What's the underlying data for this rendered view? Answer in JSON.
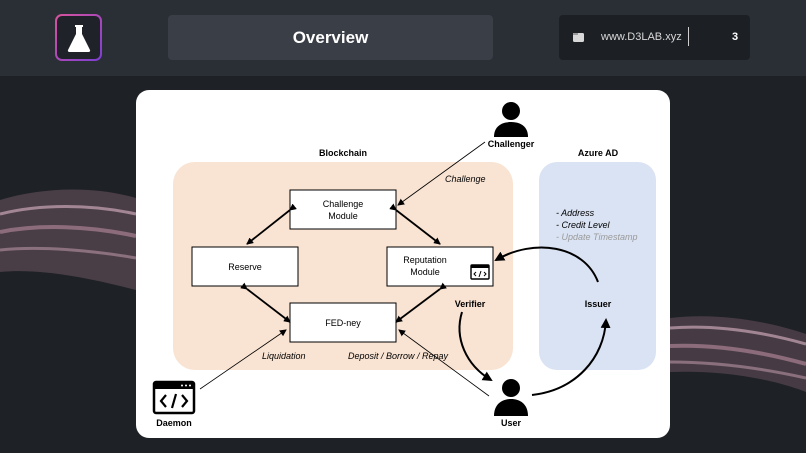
{
  "header": {
    "title": "Overview",
    "website": "www.D3LAB.xyz",
    "page_number": "3"
  },
  "diagram": {
    "regions": {
      "blockchain": "Blockchain",
      "azure_ad": "Azure AD"
    },
    "modules": {
      "challenge_line1": "Challenge",
      "challenge_line2": "Module",
      "reserve": "Reserve",
      "reputation_line1": "Reputation",
      "reputation_line2": "Module",
      "fedney": "FED-ney"
    },
    "actors": {
      "challenger": "Challenger",
      "user": "User",
      "daemon": "Daemon",
      "verifier": "Verifier",
      "issuer": "Issuer"
    },
    "edges": {
      "challenge": "Challenge",
      "liquidation": "Liquidation",
      "deposit": "Deposit / Borrow / Repay"
    },
    "credential": {
      "address": "- Address",
      "credit_level": "- Credit Level",
      "update_timestamp": "- Update Timestamp"
    }
  },
  "colors": {
    "blockchain_region": "#f9e3d2",
    "azure_region": "#dae3f3",
    "background": "#1e2126"
  }
}
